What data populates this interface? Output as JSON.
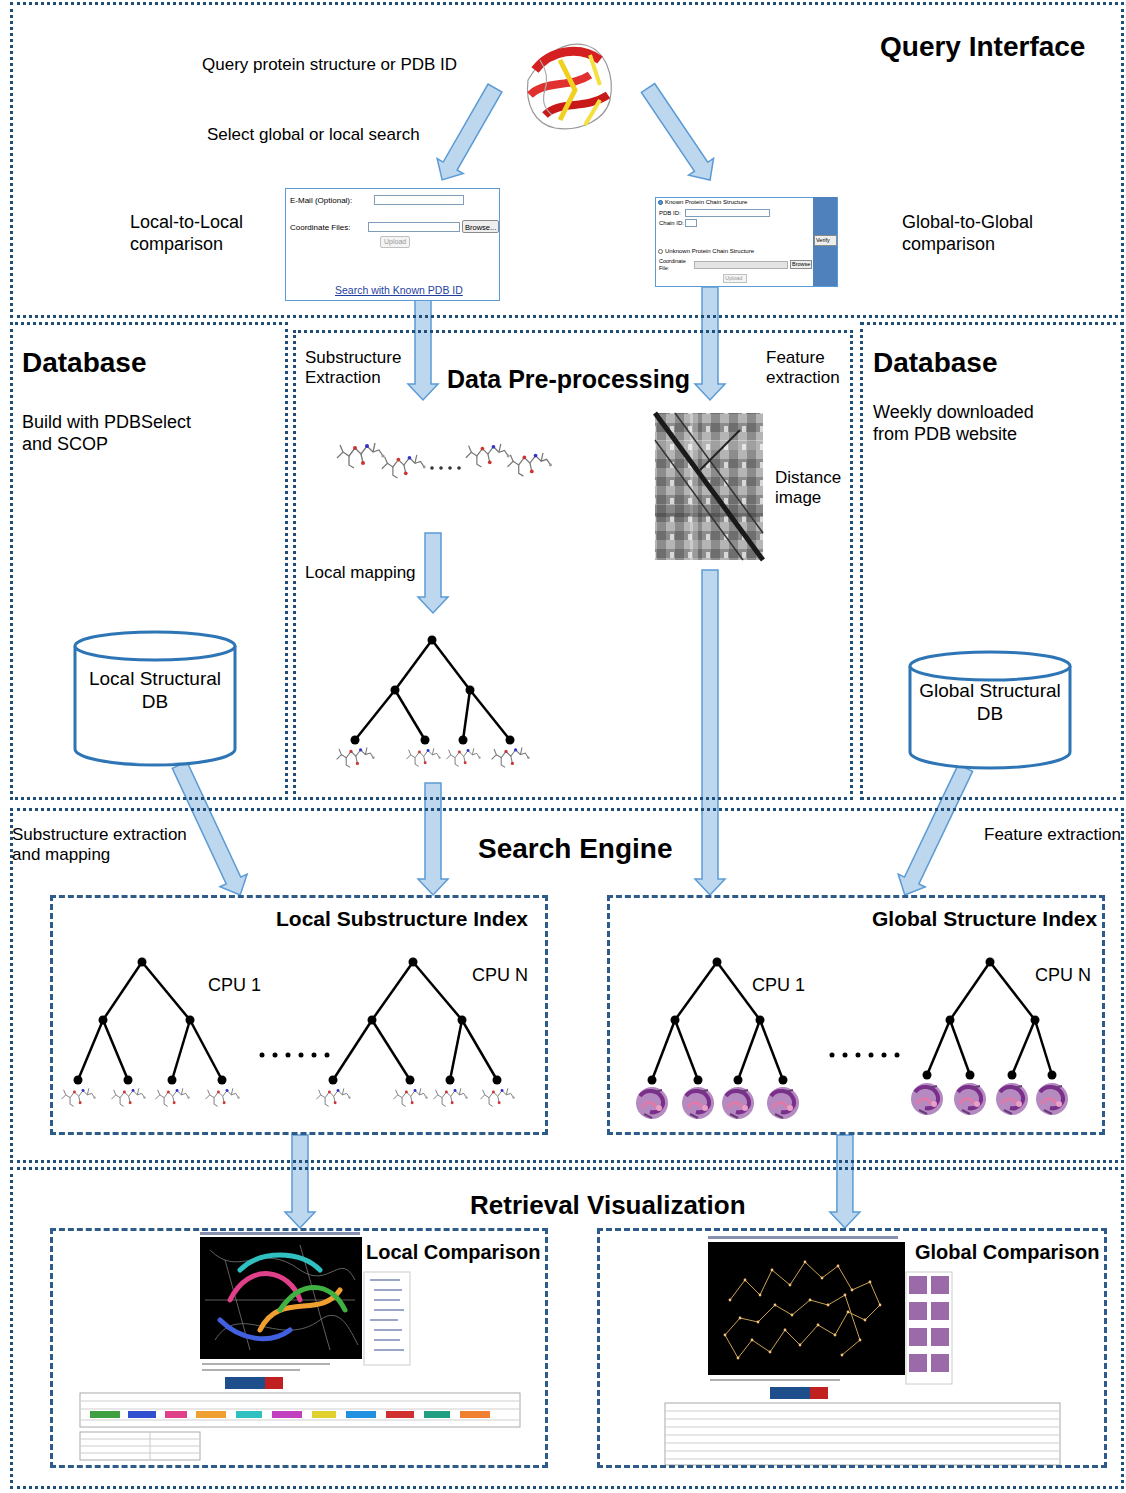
{
  "diagram": {
    "nodes": [
      {
        "text": [
          "Query Interface"
        ]
      },
      {
        "text": [
          "E-Mail (Optional):",
          "Coordinate Files:",
          "Browse...",
          "Upload",
          "Search with Known PDB ID"
        ],
        "in": 0
      },
      {
        "text": [
          "Known Protein Chain Structure",
          "PDB ID:",
          "Chain ID:",
          "Verify",
          "Unknown Protein Chain Structure",
          "Coordinate File:",
          "Browse",
          "Upload"
        ],
        "in": 0
      },
      {
        "text": [
          "Database",
          "Build with PDBSelect and SCOP"
        ]
      },
      {
        "text": [
          "Local Structural DB"
        ],
        "in": 3
      },
      {
        "text": [
          "Data Pre-processing"
        ]
      },
      {
        "text": [
          "Database",
          "Weekly downloaded from PDB website"
        ]
      },
      {
        "text": [
          "Global Structural DB"
        ],
        "in": 6
      },
      {
        "text": [
          "Search Engine"
        ]
      },
      {
        "text": [
          "Local Substructure Index"
        ],
        "in": 8
      },
      {
        "text": [
          "Global Structure Index"
        ],
        "in": 8
      },
      {
        "text": [
          "Retrieval Visualization"
        ]
      },
      {
        "text": [
          "Local Comparison"
        ],
        "in": 11
      },
      {
        "text": [
          "Global Comparison"
        ],
        "in": 11
      }
    ],
    "edges": [
      {
        "from": 4,
        "to": 9,
        "arrow": "to"
      },
      {
        "from": 7,
        "to": 10,
        "arrow": "to"
      },
      {
        "from": 9,
        "to": 12,
        "arrow": "to"
      },
      {
        "from": 10,
        "to": 13,
        "arrow": "to"
      }
    ],
    "labels": [
      "Query protein structure or PDB ID",
      "Select global or local search",
      "Local-to-Local comparison",
      "Global-to-Global comparison",
      "Substructure Extraction",
      "Feature extraction",
      "Distance image",
      "Local mapping",
      "Substructure extraction and mapping",
      "Feature extraction",
      "CPU 1",
      "CPU N",
      "CPU 1",
      "CPU N"
    ]
  }
}
